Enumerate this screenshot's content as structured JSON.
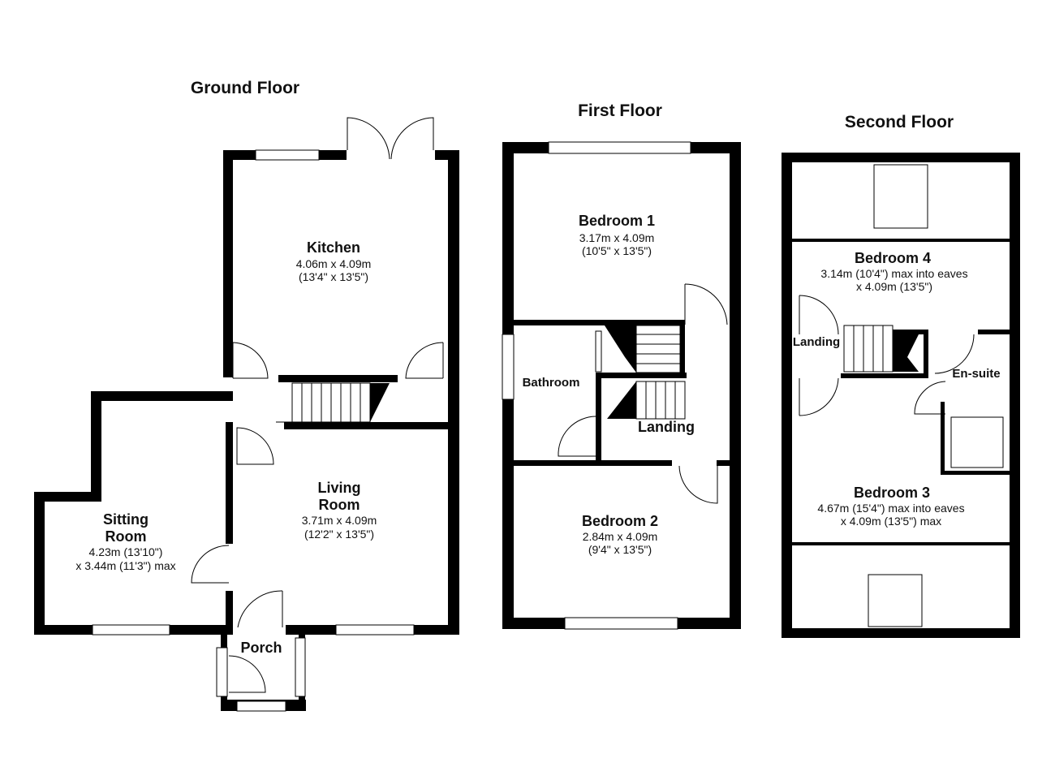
{
  "floors": {
    "ground": {
      "title": "Ground Floor",
      "rooms": {
        "kitchen": {
          "name": "Kitchen",
          "dims": [
            "4.06m x 4.09m",
            "(13'4\" x 13'5\")"
          ]
        },
        "living": {
          "name_lines": [
            "Living",
            "Room"
          ],
          "dims": [
            "3.71m x 4.09m",
            "(12'2\" x 13'5\")"
          ]
        },
        "sitting": {
          "name_lines": [
            "Sitting",
            "Room"
          ],
          "dims": [
            "4.23m (13'10\")",
            "x 3.44m (11'3\") max"
          ]
        },
        "porch": {
          "name": "Porch"
        }
      }
    },
    "first": {
      "title": "First Floor",
      "rooms": {
        "bedroom1": {
          "name": "Bedroom 1",
          "dims": [
            "3.17m x 4.09m",
            "(10'5\" x 13'5\")"
          ]
        },
        "bathroom": {
          "name": "Bathroom"
        },
        "landing": {
          "name": "Landing"
        },
        "bedroom2": {
          "name": "Bedroom 2",
          "dims": [
            "2.84m x 4.09m",
            "(9'4\" x 13'5\")"
          ]
        }
      }
    },
    "second": {
      "title": "Second Floor",
      "rooms": {
        "bedroom4": {
          "name": "Bedroom 4",
          "dims": [
            "3.14m (10'4\") max into eaves",
            "x 4.09m (13'5\")"
          ]
        },
        "landing": {
          "name": "Landing"
        },
        "ensuite": {
          "name": "En-suite"
        },
        "bedroom3": {
          "name": "Bedroom 3",
          "dims": [
            "4.67m (15'4\") max into eaves",
            "x 4.09m (13'5\") max"
          ]
        }
      }
    }
  }
}
